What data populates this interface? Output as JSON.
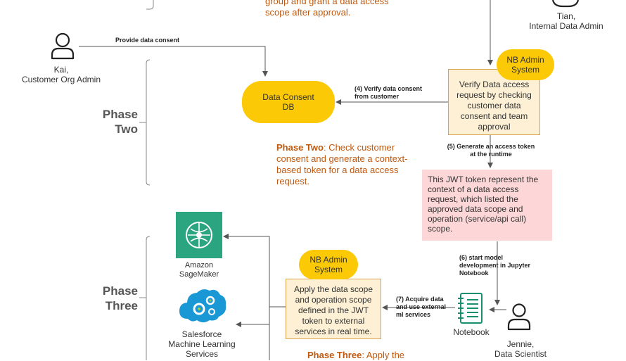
{
  "actors": {
    "tian": {
      "name": "Tian,",
      "role": "Internal Data Admin"
    },
    "kai": {
      "name": "Kai,",
      "role": "Customer Org Admin"
    },
    "jennie": {
      "name": "Jennie,",
      "role": "Data Scientist"
    }
  },
  "phase_one_note_tail": [
    "group and grant a data access",
    "scope after approval."
  ],
  "provide_consent_label": "Provide data consent",
  "consent_db": {
    "line1": "Data Consent",
    "line2": "DB"
  },
  "phase_two": {
    "title_line1": "Phase",
    "title_line2": "Two"
  },
  "phase_three": {
    "title_line1": "Phase",
    "title_line2": "Three"
  },
  "nb_admin_top": {
    "line1": "NB Admin",
    "line2": "System"
  },
  "verify_box": "Verify Data access request by checking customer data consent and team approval",
  "step4": {
    "line1": "(4) Verify data consent",
    "line2": "from customer"
  },
  "step5": {
    "line1": "(5) Generate an access token",
    "line2": "at the runtime"
  },
  "phase_two_note": {
    "bold": "Phase Two",
    "rest": ": Check customer consent and generate a context-based token for a data access request."
  },
  "jwt_box": "This JWT token represent the context of a data access request, which listed the approved data scope and operation (service/api call) scope.",
  "step6": {
    "line1": "(6) start model",
    "line2": "development in Jupyter",
    "line3": "Notebook"
  },
  "nb_admin_bottom": {
    "line1": "NB Admin",
    "line2": "System"
  },
  "apply_box": "Apply the data scope and operation scope defined in the JWT token to external services in real time.",
  "step7": {
    "line1": "(7) Acquire data",
    "line2": "and use external",
    "line3": "ml services"
  },
  "notebook_label": "Notebook",
  "sagemaker": {
    "line1": "Amazon",
    "line2": "SageMaker"
  },
  "salesforce": {
    "line1": "Salesforce",
    "line2": "Machine Learning",
    "line3": "Services"
  },
  "phase_three_note": {
    "bold": "Phase Three",
    "rest": ": Apply the"
  },
  "colors": {
    "yellow": "#fbc905",
    "orange_text": "#c0580e",
    "cream": "#fdf0d5",
    "pink": "#fdd7d7",
    "sagemaker": "#2aa57f",
    "salesforce": "#1998d5"
  }
}
